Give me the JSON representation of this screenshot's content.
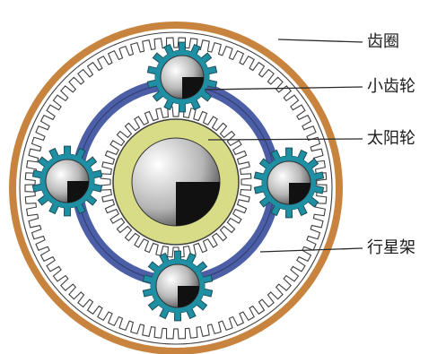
{
  "labels": {
    "ring_gear": "齿圈",
    "planet_gear": "小齿轮",
    "sun_gear": "太阳轮",
    "planet_carrier": "行星架"
  },
  "colors": {
    "ring_outer": "#c8843e",
    "ring_teeth": "#3f3f3f",
    "carrier": "#4b5ea6",
    "planet_gear": "#1f8fa3",
    "sun_gear": "#d8dc87",
    "sun_teeth": "#3f3f3f",
    "leader_line": "#2a2a2a"
  }
}
